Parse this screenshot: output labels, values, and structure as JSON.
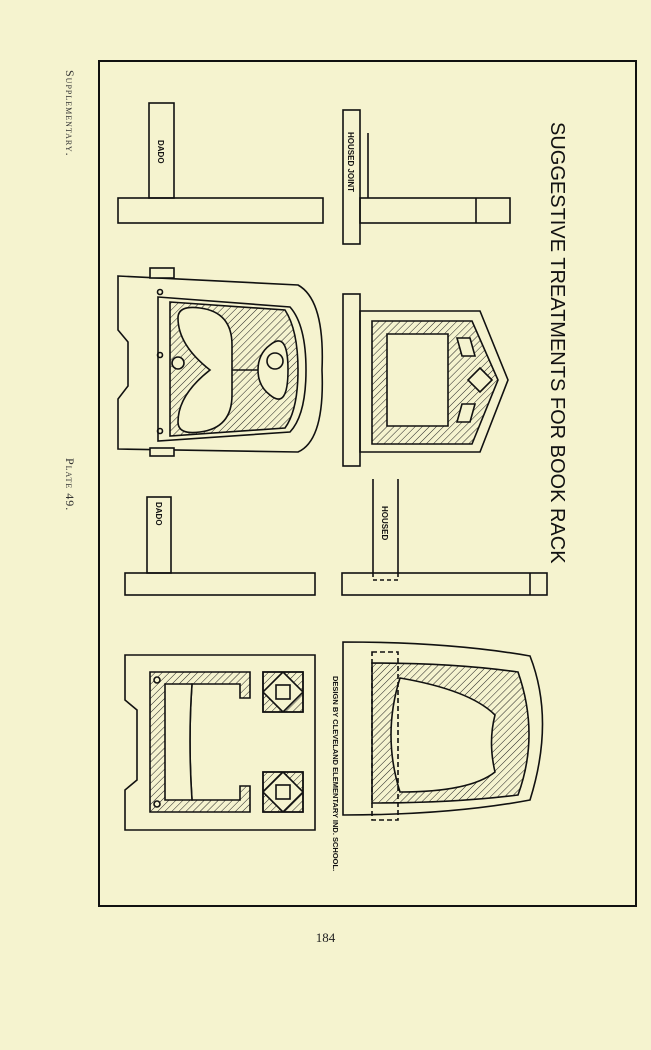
{
  "running_head": "Supplementary.",
  "plate_label": "Plate 49.",
  "page_number": "184",
  "drawing": {
    "title": "SUGGESTIVE TREATMENTS FOR BOOK RACK",
    "labels": {
      "dado_top": "DADO",
      "housed_joint": "HOUSED JOINT",
      "dado_middle": "DADO",
      "housed": "HOUSED"
    },
    "credit": "DESIGN BY CLEVELAND ELEMENTARY IND. SCHOOL."
  }
}
